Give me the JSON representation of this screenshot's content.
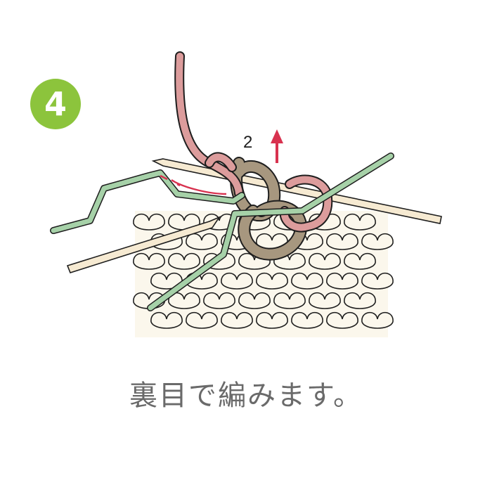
{
  "step": {
    "number": "4",
    "color": "#8cc43c"
  },
  "diagram": {
    "step_label": "2",
    "arrow_color": "#d8324f",
    "colors": {
      "knit_fabric": "#fbf7ec",
      "outline": "#1e1e1e",
      "needle_wood": "#f6ead2",
      "cable_needle": "#a6d1a8",
      "pink_yarn": "#dc9c9c",
      "brown_yarn": "#a7977f"
    },
    "icons": [
      "knitting-needle-icon",
      "cable-needle-icon",
      "yarn-strand-icon",
      "arrow-up-icon"
    ]
  },
  "caption": {
    "text": "裏目で編みます。",
    "color": "#6a6a6a"
  }
}
